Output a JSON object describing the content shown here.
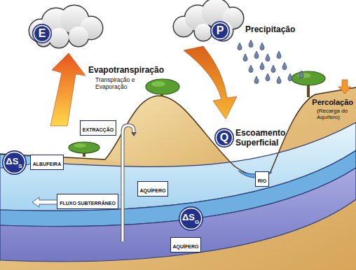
{
  "diagram": {
    "nodes": [
      {
        "text": [
          "E"
        ]
      },
      {
        "text": [
          "P"
        ]
      },
      {
        "text": [
          "EXTRACÇÃO"
        ]
      },
      {
        "text": [
          "Q"
        ]
      },
      {
        "text": [
          "RIO"
        ]
      },
      {
        "text": [
          "ΔS",
          "S"
        ]
      },
      {
        "text": [
          "ALBUFEIRA"
        ]
      },
      {
        "text": [
          "AQUÍFERO"
        ]
      },
      {
        "text": [
          "FLUXO SUBTERRÂNEO"
        ]
      },
      {
        "text": [
          "ΔS",
          "G"
        ]
      },
      {
        "text": [
          "AQUÍFERO"
        ]
      }
    ],
    "labels": [
      "Evapotranspiração",
      "Transpiração e Evaporação",
      "Precipitação",
      "Escoamento Superficial",
      "Percolação",
      "(Recarga do Aquífero)"
    ]
  }
}
